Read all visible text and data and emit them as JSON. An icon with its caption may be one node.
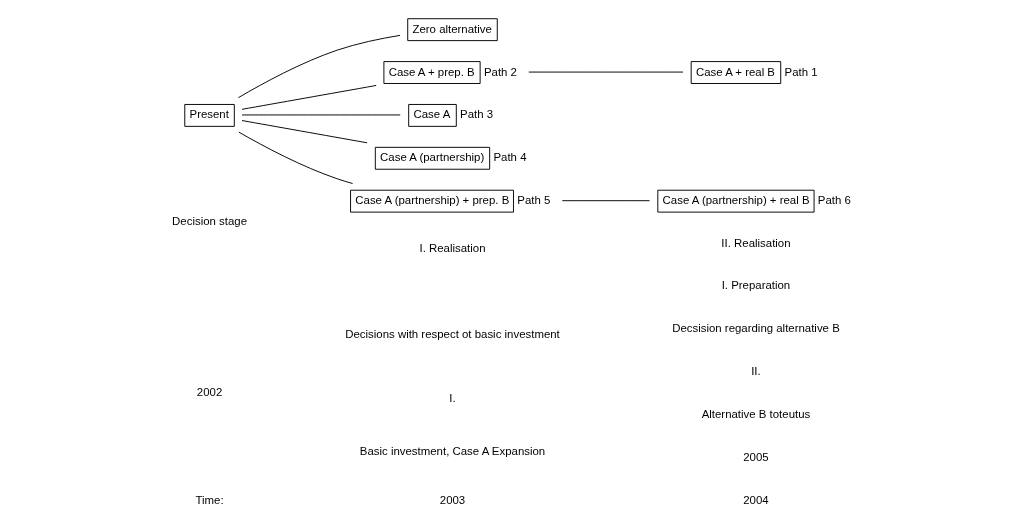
{
  "diagram": {
    "nodes": [
      {
        "text": [
          "Present"
        ]
      },
      {
        "text": [
          "Zero alternative"
        ]
      },
      {
        "text": [
          "Case A + prep. B"
        ],
        "beside": [
          "Path 2"
        ]
      },
      {
        "text": [
          "Case A"
        ],
        "beside": [
          "Path 3"
        ]
      },
      {
        "text": [
          "Case A (partnership)"
        ],
        "beside": [
          "Path 4"
        ]
      },
      {
        "text": [
          "Case A (partnership) + prep. B"
        ],
        "beside": [
          "Path 5"
        ]
      },
      {
        "text": [
          "Case A + real B"
        ],
        "beside": [
          "Path 1"
        ]
      },
      {
        "text": [
          "Case A (partnership) + real B"
        ],
        "beside": [
          "Path 6"
        ]
      }
    ],
    "edges": [
      {
        "from": 0,
        "to": 1,
        "arrow": "none"
      },
      {
        "from": 0,
        "to": 2,
        "arrow": "none"
      },
      {
        "from": 0,
        "to": 3,
        "arrow": "none"
      },
      {
        "from": 0,
        "to": 4,
        "arrow": "none"
      },
      {
        "from": 0,
        "to": 5,
        "arrow": "none"
      },
      {
        "from": 2,
        "to": 6,
        "arrow": "none"
      },
      {
        "from": 5,
        "to": 7,
        "arrow": "none"
      }
    ],
    "labels": [
      "Time:",
      "2002",
      "2003",
      "Basic investment, Case A Expansion",
      "2004",
      "2005",
      "Alternative B toteutus",
      "Decision stage",
      "I.",
      "II.",
      "Decisions with respect ot basic investment",
      "I. Realisation",
      "Decsision regarding alternative B",
      "I. Preparation",
      "II. Realisation"
    ]
  }
}
